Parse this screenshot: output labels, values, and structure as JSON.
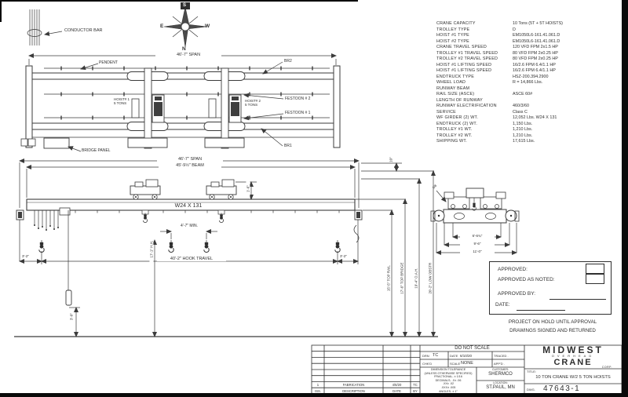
{
  "compass": {
    "n": "N",
    "s": "S",
    "e": "E",
    "w": "W"
  },
  "plan": {
    "conductor_bar": "CONDUCTOR BAR",
    "span": "46'-7\" SPAN",
    "pendent": "PENDENT",
    "br2": "BR2",
    "festoon2": "FESTOON # 2",
    "festoon1": "FESTOON # 1",
    "br1": "BR1",
    "bridge_panel": "BRIDGE PANEL",
    "hoist1_l1": "HOIST# 1",
    "hoist1_l2": "5 TONS",
    "hoist2_l1": "HOIST# 2",
    "hoist2_l2": "5 TONS"
  },
  "elevation": {
    "span": "46'-7\" SPAN",
    "beam": "45'-9½\" BEAM",
    "beam_size": "W24 X 131",
    "min_approach": "4'-7\" MIN.",
    "hook_travel": "40'-2\" HOOK TRAVEL",
    "hook_height": "17'-1\" H.H.",
    "left_off": "3'-2\"",
    "right_off": "3'-2\"",
    "pendant_drop": "3'-0\"",
    "ten": "10\"",
    "one_six": "1'-6\"",
    "top_rail": "15'-5\" TOP RAIL",
    "top_bridge": "17'-6\" TOP BRIDGE",
    "oah": "19'-4\" O.A.H.",
    "low_obstr": "20'-2\" LOW OBSTR"
  },
  "end_view": {
    "dim1": "6'-6¾\"",
    "dim2": "9'-6\"",
    "dim3": "11'-0\"",
    "weld": "5/8"
  },
  "spec": {
    "rows": [
      {
        "label": "CRANE CAPACITY",
        "value": "10 Tons (5T + 5T HOISTS)"
      },
      {
        "label": "TROLLEY TYPE",
        "value": "D"
      },
      {
        "label": "HOIST #1 TYPE",
        "value": "EM1050L6-161.41.061.D"
      },
      {
        "label": "HOIST #2 TYPE",
        "value": "EM1050L6-161.41.061.D"
      },
      {
        "label": "CRANE TRAVEL SPEED",
        "value": "120 VFD FPM 2x1.5 HP"
      },
      {
        "label": "TROLLEY #1 TRAVEL SPEED",
        "value": "80 VFD FPM 2x0.25 HP"
      },
      {
        "label": "TROLLEY #2 TRAVEL SPEED",
        "value": "80 VFD FPM 2x0.25 HP"
      },
      {
        "label": "HOIST #1 LIFTING SPEED",
        "value": "16/2.6 FPM 6.4/1.1 HP"
      },
      {
        "label": "HOIST #1 LIFTING SPEED",
        "value": "16/2.6 FPM 6.4/1.1 HP"
      },
      {
        "label": "ENDTRUCK TYPE",
        "value": "HSZ-200.394.2900"
      },
      {
        "label": "WHEEL LOAD",
        "value": "R = 14,866 Lbs."
      },
      {
        "label": "RUNWAY BEAM",
        "value": ""
      },
      {
        "label": "RAIL SIZE (ASCE)",
        "value": "ASCE 60#"
      },
      {
        "label": "LENGTH OF RUNWAY",
        "value": ""
      },
      {
        "label": "RUNWAY ELECTRIFICATION",
        "value": "460/3/60"
      },
      {
        "label": "SERVICE",
        "value": "Class C"
      },
      {
        "label": "WF GIRDER (2) WT.",
        "value": "12,052 Lbs. W24 X 131"
      },
      {
        "label": "ENDTRUCK (2) WT.",
        "value": "1,150 Lbs."
      },
      {
        "label": "TROLLEY #1 WT.",
        "value": "1,210 Lbs."
      },
      {
        "label": "TROLLEY #2 WT.",
        "value": "1,210 Lbs."
      },
      {
        "label": "SHIPPING WT.",
        "value": "17,615 Lbs."
      }
    ]
  },
  "approval": {
    "approved": "APPROVED:",
    "approved_as_noted": "APPROVED AS NOTED:",
    "approved_by": "APPROVED BY:",
    "date": "DATE:",
    "hold1": "PROJECT ON HOLD UNTIL APPROVAL",
    "hold2": "DRAWINGS SIGNED AND RETURNED"
  },
  "title_block": {
    "do_not_scale": "DO NOT SCALE",
    "drn_label": "DRN",
    "drn": "TC",
    "date_label": "DATE",
    "date": "6/10/20",
    "traced": "TRACED .",
    "chkd": "CHK'D",
    "scale_label": "SCALE",
    "scale": "NONE",
    "appd": "APP'D .",
    "tol": {
      "l1": "DIMENSION TOLERANCE",
      "l2": "(UNLESS OTHERWISE SPECIFIED)",
      "l3": "FRACTIONAL- ± 1/16",
      "l4": "DECIMALS- .X± .06",
      "l5": ".XX± .02",
      "l6": ".XXX± .005",
      "l7": "ANGLES- ± 1°"
    },
    "customer_label": "CUSTOMER:",
    "customer": "SHERMCO",
    "location_label": "LOCATION:",
    "location": "ST.PAUL, MN",
    "logo1": "MIDWEST",
    "logo2": "OVERHEAD",
    "logo3": "CRANE",
    "logo4": "CORP.",
    "title_label": "TITLE:",
    "title": "10 TON CRANE W/2 5 TON HOISTS",
    "dwg_label": "DWG.",
    "dwg": "47643-1",
    "rev": {
      "h_iss": "ISS.",
      "h_desc": "DESCRIPTION",
      "h_date": "DATE",
      "h_by": "BY",
      "r_iss": "1",
      "r_desc": "FABRICATION",
      "r_date": "4/6/20",
      "r_by": "TC"
    }
  }
}
